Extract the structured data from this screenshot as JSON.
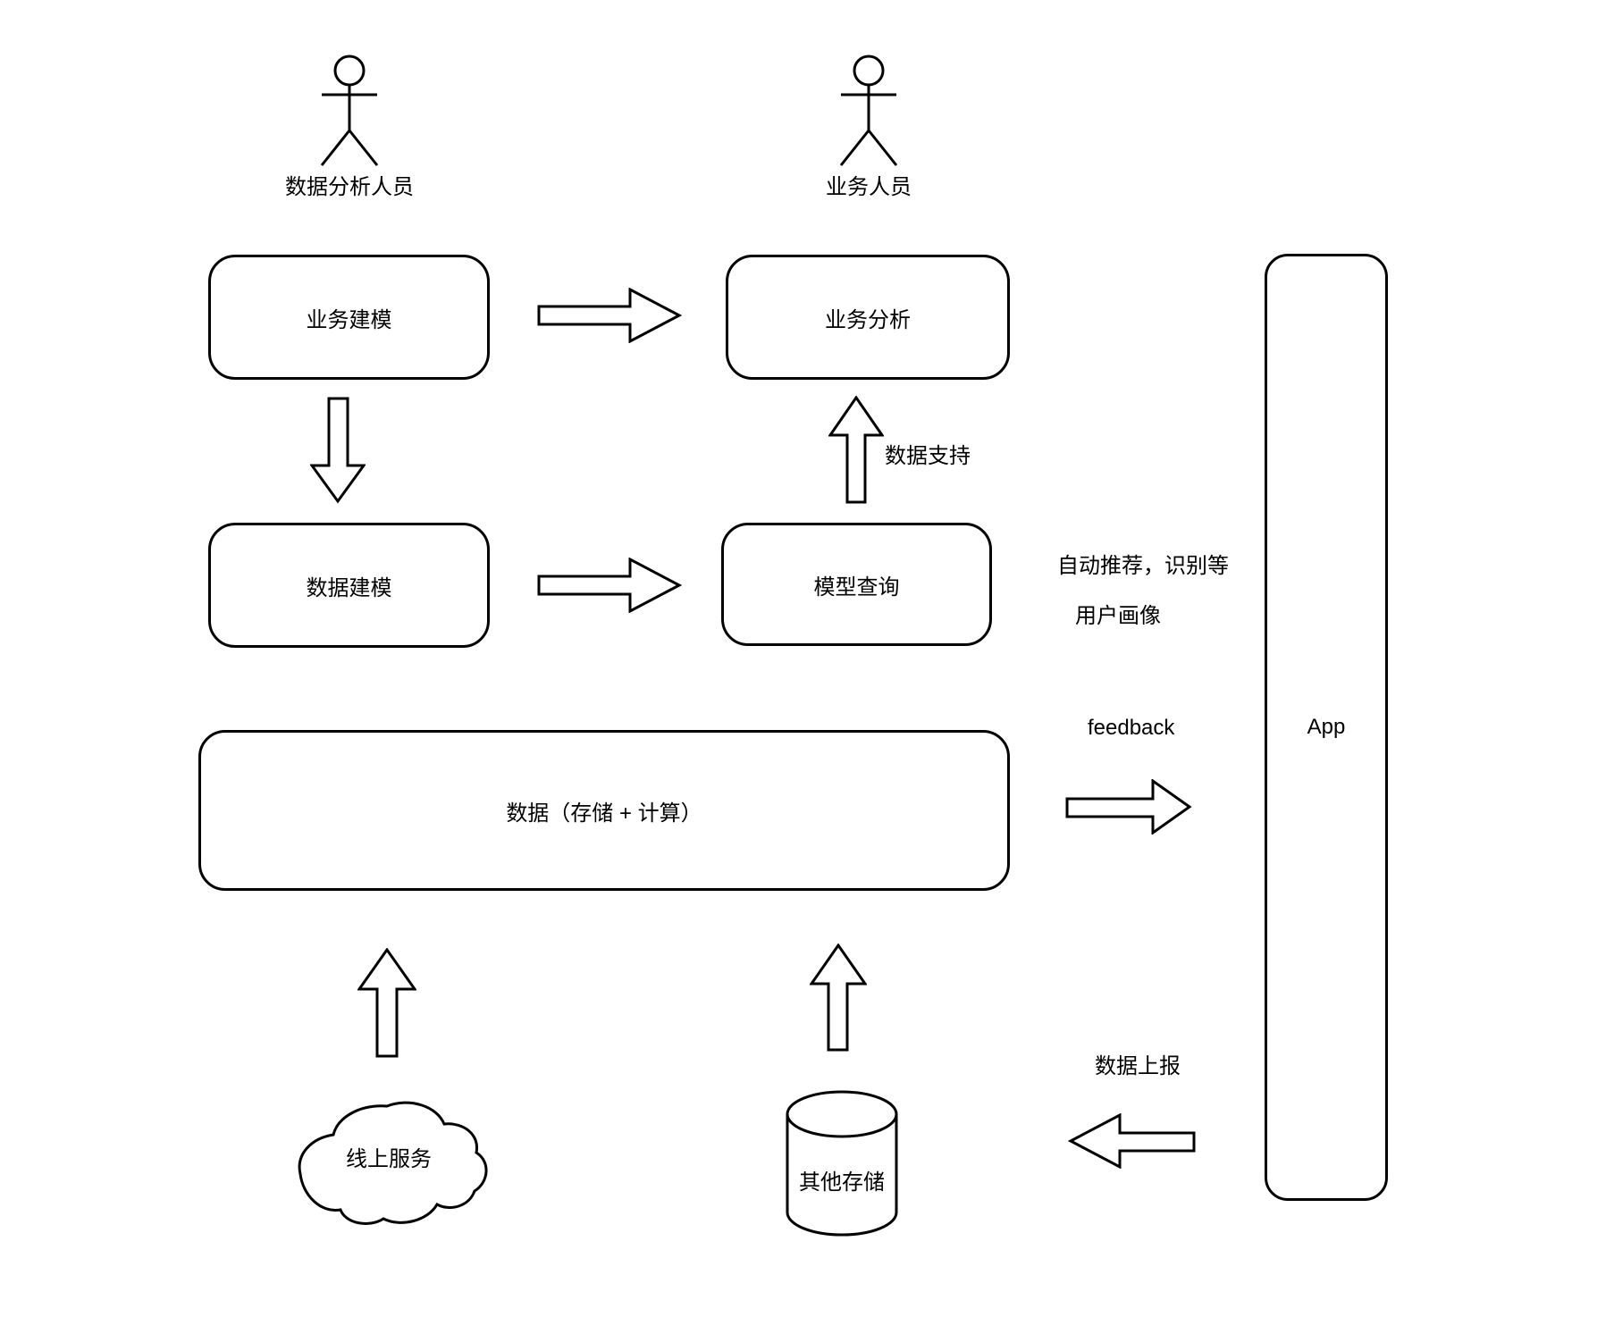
{
  "diagram": {
    "background": "#ffffff",
    "stroke_color": "#000000",
    "actors": {
      "analyst": {
        "label": "数据分析人员"
      },
      "business": {
        "label": "业务人员"
      }
    },
    "nodes": {
      "business_modeling": {
        "label": "业务建模"
      },
      "business_analysis": {
        "label": "业务分析"
      },
      "data_modeling": {
        "label": "数据建模"
      },
      "model_query": {
        "label": "模型查询"
      },
      "data_platform": {
        "label": "数据（存储 + 计算）"
      },
      "app": {
        "label": "App"
      },
      "online_service": {
        "label": "线上服务"
      },
      "other_storage": {
        "label": "其他存储"
      }
    },
    "edge_labels": {
      "data_support": "数据支持",
      "auto_recommend": "自动推荐，识别等",
      "user_profile": "用户画像",
      "feedback": "feedback",
      "data_report": "数据上报"
    }
  }
}
